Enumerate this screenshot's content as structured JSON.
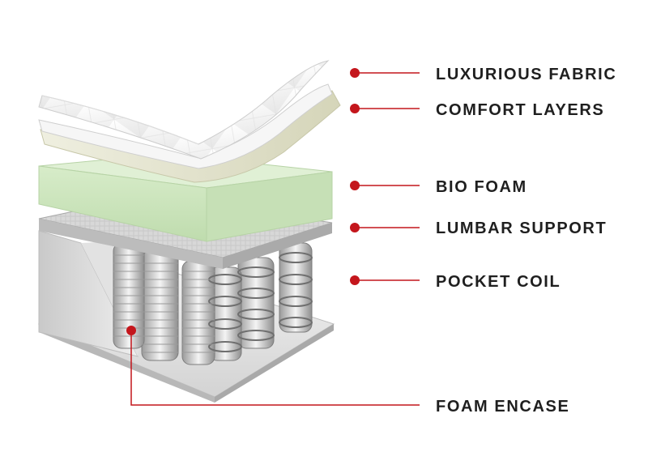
{
  "layers": [
    {
      "id": "luxurious-fabric",
      "label": "LUXURIOUS FABRIC"
    },
    {
      "id": "comfort-layers",
      "label": "COMFORT LAYERS"
    },
    {
      "id": "bio-foam",
      "label": "BIO FOAM"
    },
    {
      "id": "lumbar-support",
      "label": "LUMBAR SUPPORT"
    },
    {
      "id": "pocket-coil",
      "label": "POCKET COIL"
    },
    {
      "id": "foam-encase",
      "label": "FOAM ENCASE"
    }
  ],
  "colors": {
    "callout": "#c4161c",
    "label_text": "#1f1f1f",
    "bio_foam": "#cde6c1",
    "comfort_layer": "#e4e4cf",
    "fabric": "#ffffff"
  }
}
